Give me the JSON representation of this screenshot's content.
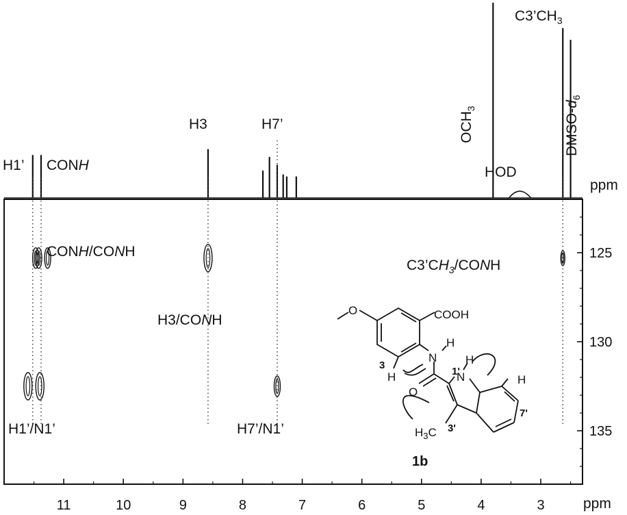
{
  "chart_data": {
    "type": "2D NMR (1H-15N HMBC) spectrum",
    "x_axis": {
      "label": "ppm",
      "range": [
        12.0,
        2.3
      ],
      "ticks": [
        11,
        10,
        9,
        8,
        7,
        6,
        5,
        4,
        3
      ],
      "tick_labels": [
        "11",
        "10",
        "9",
        "8",
        "7",
        "6",
        "5",
        "4",
        "3"
      ]
    },
    "y_axis": {
      "label": "ppm",
      "range": [
        122.0,
        138.0
      ],
      "ticks": [
        125,
        130,
        135
      ],
      "tick_labels": [
        "125",
        "130",
        "135"
      ]
    },
    "top_spectrum": {
      "axis_label": "ppm",
      "peaks": [
        {
          "x": 11.52,
          "height": 0.22
        },
        {
          "x": 11.38,
          "height": 0.22
        },
        {
          "x": 8.58,
          "height": 0.25
        },
        {
          "x": 7.66,
          "height": 0.14
        },
        {
          "x": 7.55,
          "height": 0.21
        },
        {
          "x": 7.42,
          "height": 0.17
        },
        {
          "x": 7.32,
          "height": 0.12
        },
        {
          "x": 7.26,
          "height": 0.11
        },
        {
          "x": 7.1,
          "height": 0.11
        },
        {
          "x": 3.8,
          "height": 1.0
        },
        {
          "x": 3.35,
          "height": 0.04,
          "broad": true
        },
        {
          "x": 2.63,
          "height": 0.87
        },
        {
          "x": 2.5,
          "height": 0.81
        }
      ],
      "peak_labels": [
        {
          "id": "h1",
          "text": "H1’",
          "x": 11.52
        },
        {
          "id": "conh",
          "text_parts": [
            "CON",
            "H"
          ],
          "x": 11.2
        },
        {
          "id": "h3",
          "text": "H3",
          "x": 8.58
        },
        {
          "id": "h7",
          "text": "H7’",
          "x": 7.42
        },
        {
          "id": "och3",
          "text_parts": [
            "OCH",
            "3"
          ],
          "x": 3.85
        },
        {
          "id": "hod",
          "text": "HOD",
          "x": 3.35
        },
        {
          "id": "c3ch3",
          "text_parts": [
            "C3’CH",
            "3"
          ],
          "x": 2.63
        },
        {
          "id": "dmso",
          "text_parts": [
            "DMSO-",
            "d",
            "6"
          ],
          "x": 2.5
        }
      ]
    },
    "cross_peaks": [
      {
        "x": 11.47,
        "y": 125.3,
        "size": "medium"
      },
      {
        "x": 11.42,
        "y": 125.3,
        "size": "medium"
      },
      {
        "x": 11.27,
        "y": 125.3,
        "size": "medium"
      },
      {
        "x": 8.58,
        "y": 125.3,
        "size": "large"
      },
      {
        "x": 2.63,
        "y": 125.3,
        "size": "small"
      },
      {
        "x": 11.6,
        "y": 132.5,
        "size": "large"
      },
      {
        "x": 11.4,
        "y": 132.5,
        "size": "large"
      },
      {
        "x": 7.42,
        "y": 132.5,
        "size": "medium"
      }
    ],
    "dotted_guides": [
      11.52,
      11.38,
      8.58,
      7.42,
      2.63
    ],
    "cross_peak_labels": [
      {
        "id": "conh_conh",
        "text_parts": [
          "CON",
          "H",
          "/CO",
          "N",
          "H"
        ]
      },
      {
        "id": "c3ch3_conh",
        "text_parts": [
          "C3’C",
          "H",
          "3",
          "/CO",
          "N",
          "H"
        ]
      },
      {
        "id": "h3_conh",
        "text_parts": [
          "H3/CO",
          "N",
          "H"
        ]
      },
      {
        "id": "h1_n1",
        "text": "H1’/N1’"
      },
      {
        "id": "h7_n1",
        "text": "H7’/N1’"
      }
    ],
    "structure": {
      "compound_label": "1b",
      "labels": {
        "o": "O",
        "cooh": "COOH",
        "n": "N",
        "h": "H",
        "h3": "H",
        "c3": "3",
        "o2": "O",
        "n1": "N",
        "h1": "H",
        "pos1": "1'",
        "h7": "H",
        "pos7": "7'",
        "ch3": "H",
        "ch3_sub": "3",
        "ch3_c": "C",
        "pos3": "3'"
      }
    }
  }
}
